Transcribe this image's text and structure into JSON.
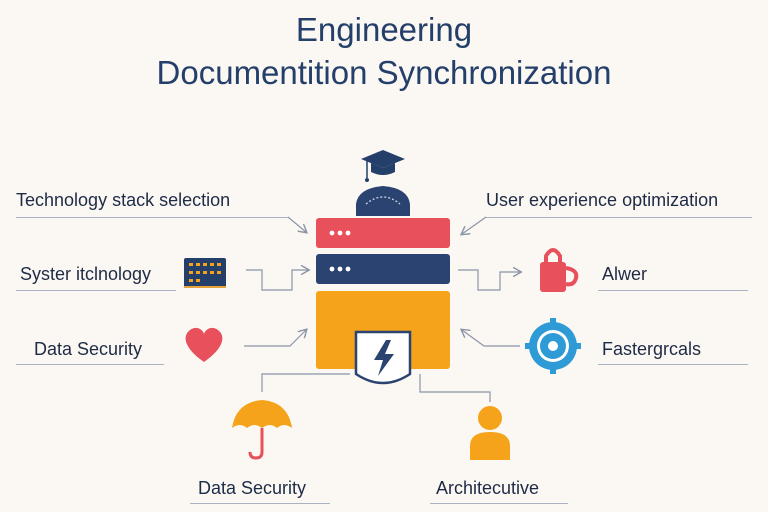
{
  "title": {
    "line1": "Engineering",
    "line2": "Documentition Synchronization"
  },
  "labels": {
    "left_top": "Technology stack selection",
    "left_mid": "Syster itclnology",
    "left_low": "Data Security",
    "right_top": "User experience optimization",
    "right_mid": "Alwer",
    "right_low": "Fastergrcals",
    "bottom_left": "Data Security",
    "bottom_right": "Architecutive"
  },
  "icons": {
    "top": "graduation-cap-icon",
    "left_mid": "server-rack-icon",
    "left_low": "heart-icon",
    "right_mid": "padlock-mug-icon",
    "right_low": "gear-gauge-icon",
    "bottom_left": "umbrella-icon",
    "bottom_right": "user-icon",
    "center": "lightning-shield-icon"
  },
  "colors": {
    "red": "#e8505b",
    "navy": "#2b4370",
    "orange": "#f5a31a",
    "blue": "#2e9ad6",
    "line": "#8a95a8"
  }
}
